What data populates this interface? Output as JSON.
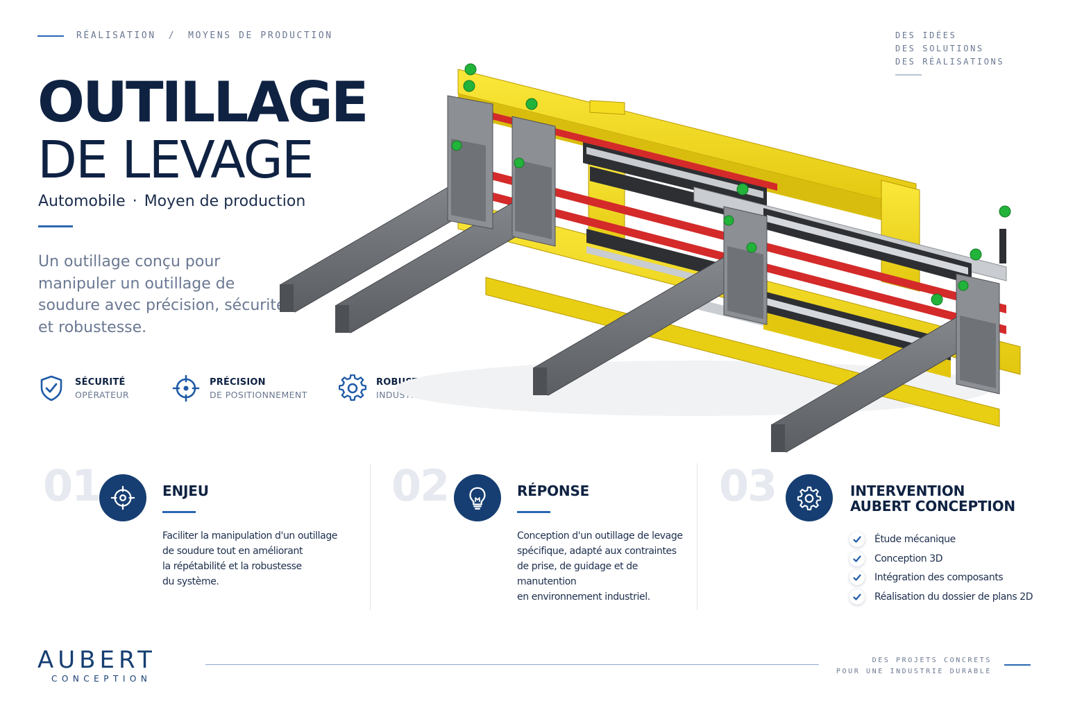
{
  "breadcrumb": {
    "part1": "RÉALISATION",
    "sep": "/",
    "part2": "MOYENS DE PRODUCTION"
  },
  "tagline_top": {
    "line1": "DES IDÉES",
    "line2": "DES SOLUTIONS",
    "line3": "DES RÉALISATIONS"
  },
  "title": {
    "line1": "OUTILLAGE",
    "line2": "DE LEVAGE"
  },
  "subtitle": {
    "cat1": "Automobile",
    "dot": "·",
    "cat2": "Moyen de production"
  },
  "intro": "Un outillage conçu pour manipuler un outillage de soudure avec précision, sécurité et robustesse.",
  "features": [
    {
      "icon": "shield-check-icon",
      "title": "SÉCURITÉ",
      "sub": "OPÉRATEUR"
    },
    {
      "icon": "target-icon",
      "title": "PRÉCISION",
      "sub": "DE POSITIONNEMENT"
    },
    {
      "icon": "gear-icon",
      "title": "ROBUSTESSE",
      "sub": "INDUSTRIELLE"
    }
  ],
  "panels": [
    {
      "num": "01",
      "icon": "target-icon",
      "title": "ENJEU",
      "lines": [
        "Faciliter la manipulation d'un outillage",
        "de soudure tout en améliorant",
        "la répétabilité et la robustesse",
        "du système."
      ]
    },
    {
      "num": "02",
      "icon": "lightbulb-icon",
      "title": "RÉPONSE",
      "lines": [
        "Conception d'un outillage de levage",
        "spécifique, adapté aux contraintes",
        "de prise, de guidage et de manutention",
        "en environnement industriel."
      ]
    },
    {
      "num": "03",
      "icon": "gear-icon",
      "title_line1": "INTERVENTION",
      "title_line2": "AUBERT CONCEPTION",
      "checklist": [
        "Étude mécanique",
        "Conception 3D",
        "Intégration des composants",
        "Réalisation du dossier de plans 2D"
      ]
    }
  ],
  "logo": {
    "name": "AUBERT",
    "sub": "CONCEPTION"
  },
  "footer_tag": {
    "line1": "DES PROJETS CONCRETS",
    "line2": "POUR UNE INDUSTRIE DURABLE"
  },
  "colors": {
    "navy": "#0f2242",
    "accent": "#2a66b3",
    "circle": "#163e72",
    "frame_yellow": "#f2dc1c",
    "grey_arm": "#6f7277",
    "knob_green": "#22b33a",
    "rail_red": "#d42a2a"
  }
}
